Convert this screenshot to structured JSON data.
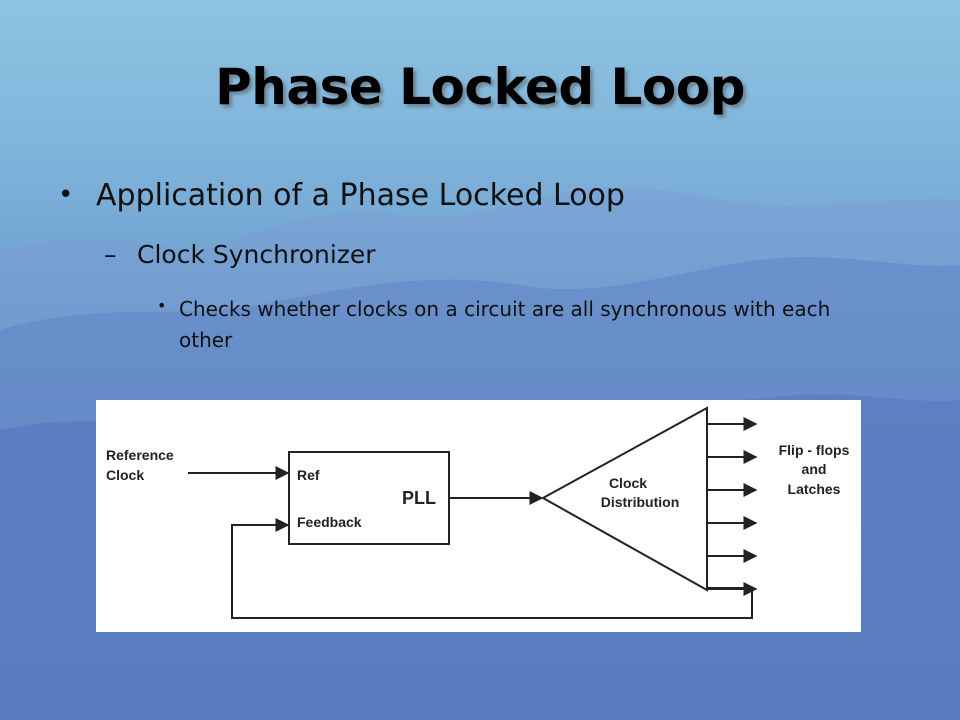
{
  "slide": {
    "title": "Phase Locked Loop",
    "bullet1": "Application of a Phase Locked Loop",
    "bullet2_mark": "–",
    "bullet2": "Clock Synchronizer",
    "bullet3": "Checks whether clocks on a circuit are all synchronous with each other"
  },
  "diagram": {
    "reference_clock": [
      "Reference",
      "Clock"
    ],
    "pll_ref": "Ref",
    "pll_feedback": "Feedback",
    "pll_label": "PLL",
    "clock_distribution": [
      "Clock",
      "Distribution"
    ],
    "outputs": [
      "Flip - flops",
      "and",
      "Latches"
    ],
    "output_count": 6
  },
  "colors": {
    "sky_top": "#8ec3e2",
    "mountain_dark": "#4865b0",
    "diagram_line": "#222222"
  }
}
